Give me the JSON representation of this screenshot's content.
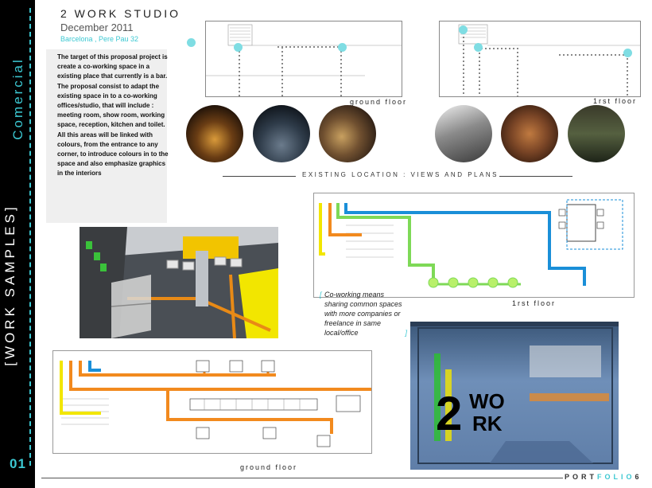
{
  "sidebar": {
    "category": "Comercial",
    "section": "[WORK SAMPLES]",
    "page_number": "01"
  },
  "header": {
    "title": "2 WORK STUDIO",
    "date": "December 2011",
    "location": "Barcelona , Pere Pau 32"
  },
  "description": {
    "p1": "The target of this proposal project is create a co-working space in a existing place that currently is a bar.",
    "p2": "The proposal consist to adapt the existing space in to a co-working offices/studio, that will include : meeting room, show room, working space, reception, kitchen and toilet. All this areas will be linked with colours, from the entrance to any corner, to introduce colours in to the space and also emphasize graphics in the interiors"
  },
  "labels": {
    "ground_floor_top": "ground floor",
    "first_floor_top": "1rst floor",
    "existing_location": "EXISTING LOCATION : VIEWS AND PLANS",
    "first_floor_plan": "1rst floor",
    "ground_floor_plan": "ground floor"
  },
  "quote": "Co-working means sharing common spaces with more companies or freelance in same local/office",
  "render_logo": {
    "line1": "WO",
    "line2": "RK",
    "big": "2"
  },
  "footer": {
    "portfolio_prefix": "PORT",
    "portfolio_highlight": "FOLIO",
    "page": "6"
  },
  "colors": {
    "accent": "#3cc8d2",
    "yellow": "#f2e600",
    "orange": "#f28a1e",
    "green": "#7ed957",
    "blue": "#1a8fd8"
  }
}
